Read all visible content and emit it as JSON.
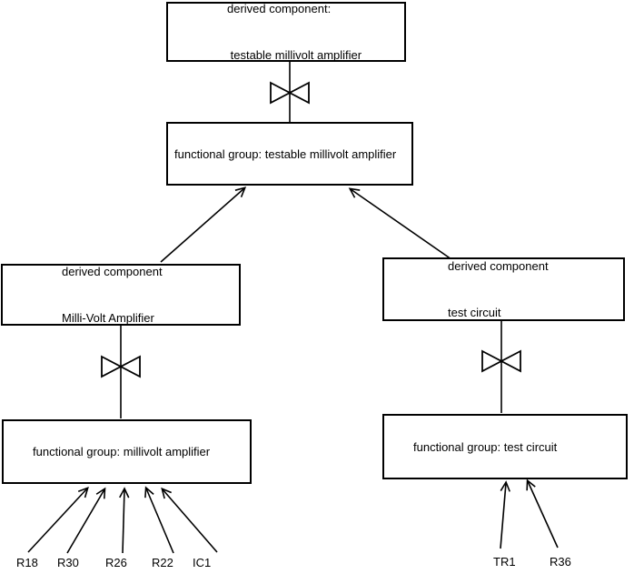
{
  "diagram": {
    "background_color": "#ffffff",
    "line_color": "#000000",
    "nodes": {
      "top_derived_component": {
        "line1": "derived component:",
        "line2": " testable millivolt amplifier"
      },
      "functional_group_testable": {
        "label": "functional group: testable millivolt amplifier"
      },
      "derived_component_milli_volt": {
        "line1": "derived component",
        "line2": "Milli-Volt Amplifier"
      },
      "derived_component_test_circuit": {
        "line1": "derived component",
        "line2": "test circuit"
      },
      "functional_group_millivolt": {
        "label": "functional group: millivolt amplifier"
      },
      "functional_group_test_circuit": {
        "label": "functional group: test circuit"
      }
    },
    "components": {
      "left": [
        "R18",
        "R30",
        "R26",
        "R22",
        "IC1"
      ],
      "right": [
        "TR1",
        "R36"
      ]
    }
  }
}
